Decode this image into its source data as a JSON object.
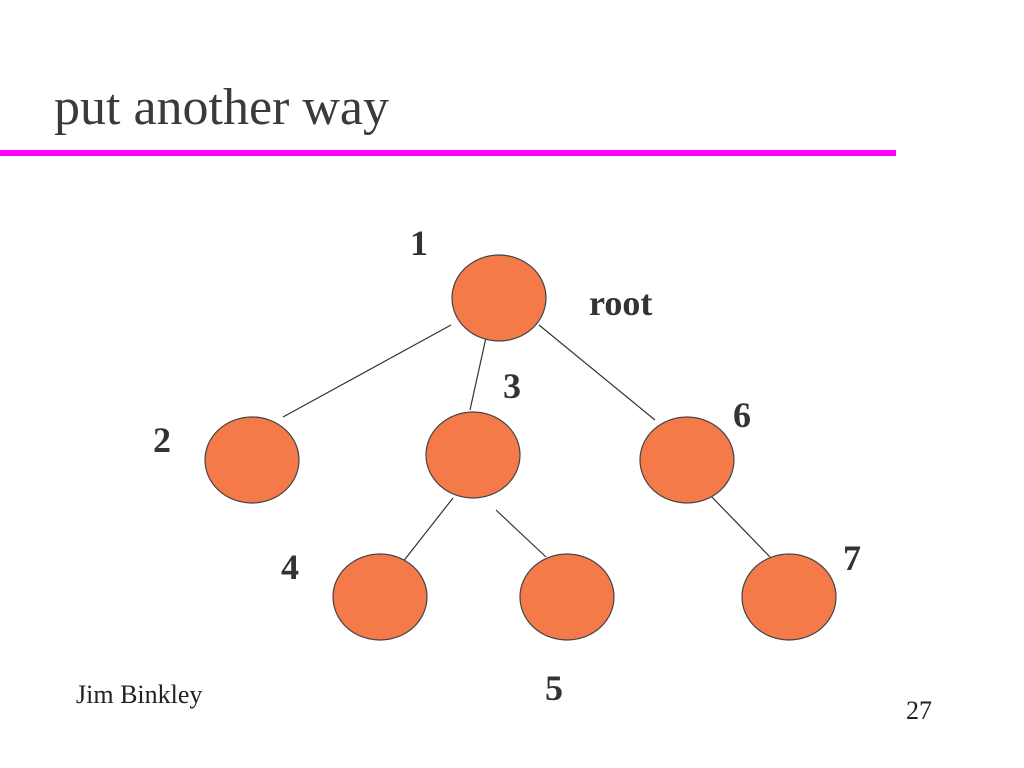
{
  "slide": {
    "title": "put another way",
    "author": "Jim Binkley",
    "page_number": "27"
  },
  "colors": {
    "title_rule": "#ff00ff",
    "node_fill": "#f47a4a",
    "node_stroke": "#444444",
    "edge": "#333333",
    "text": "#333333"
  },
  "tree": {
    "root_label": "root",
    "nodes": [
      {
        "id": "1",
        "label": "1"
      },
      {
        "id": "2",
        "label": "2"
      },
      {
        "id": "3",
        "label": "3"
      },
      {
        "id": "4",
        "label": "4"
      },
      {
        "id": "5",
        "label": "5"
      },
      {
        "id": "6",
        "label": "6"
      },
      {
        "id": "7",
        "label": "7"
      }
    ],
    "edges": [
      {
        "from": "1",
        "to": "2"
      },
      {
        "from": "1",
        "to": "3"
      },
      {
        "from": "1",
        "to": "6"
      },
      {
        "from": "3",
        "to": "4"
      },
      {
        "from": "3",
        "to": "5"
      },
      {
        "from": "6",
        "to": "7"
      }
    ]
  }
}
